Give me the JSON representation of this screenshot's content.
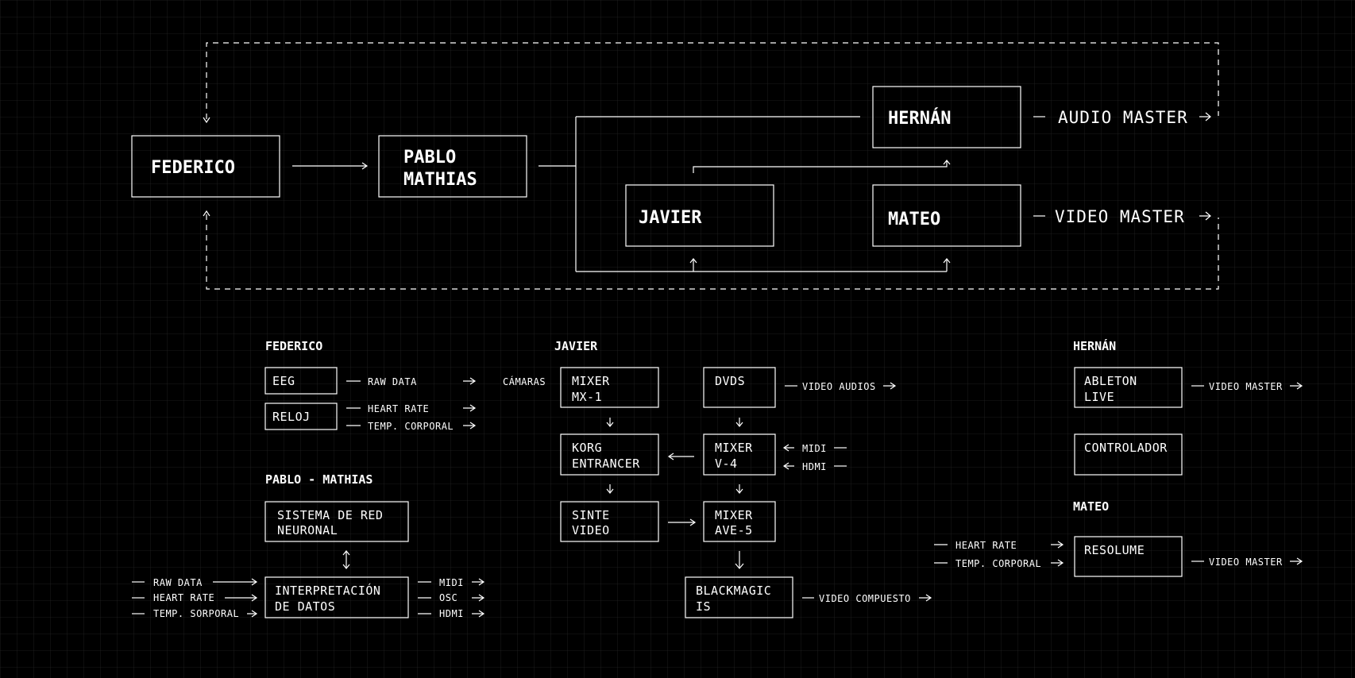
{
  "top": {
    "federico": "FEDERICO",
    "pablo_line1": "PABLO",
    "pablo_line2": "MATHIAS",
    "hernan": "HERNÁN",
    "javier": "JAVIER",
    "mateo": "MATEO",
    "audio_master": "AUDIO MASTER",
    "video_master": "VIDEO MASTER"
  },
  "federico": {
    "heading": "FEDERICO",
    "eeg": "EEG",
    "reloj": "RELOJ",
    "raw_data": "RAW DATA",
    "heart_rate": "HEART RATE",
    "temp_corporal": "TEMP. CORPORAL"
  },
  "pablo": {
    "heading": "PABLO - MATHIAS",
    "red_line1": "SISTEMA DE RED",
    "red_line2": "NEURONAL",
    "interp_line1": "INTERPRETACIÓN",
    "interp_line2": "DE DATOS",
    "in_raw": "RAW DATA",
    "in_heart": "HEART RATE",
    "in_temp": "TEMP. SORPORAL",
    "out_midi": "MIDI",
    "out_osc": "OSC",
    "out_hdmi": "HDMI"
  },
  "javier": {
    "heading": "JAVIER",
    "camaras": "CÁMARAS",
    "mx1_line1": "MIXER",
    "mx1_line2": "MX-1",
    "dvds": "DVDS",
    "video_audios": "VIDEO AUDIOS",
    "korg_line1": "KORG",
    "korg_line2": "ENTRANCER",
    "v4_line1": "MIXER",
    "v4_line2": "V-4",
    "midi": "MIDI",
    "hdmi": "HDMI",
    "sinte_line1": "SINTE",
    "sinte_line2": "VIDEO",
    "ave5_line1": "MIXER",
    "ave5_line2": "AVE-5",
    "bm_line1": "BLACKMAGIC",
    "bm_line2": "IS",
    "video_compuesto": "VIDEO COMPUESTO"
  },
  "hernan": {
    "heading": "HERNÁN",
    "ableton_line1": "ABLETON",
    "ableton_line2": "LIVE",
    "video_master": "VIDEO MASTER",
    "controlador": "CONTROLADOR"
  },
  "mateo": {
    "heading": "MATEO",
    "heart_rate": "HEART RATE",
    "temp_corporal": "TEMP. CORPORAL",
    "resolume": "RESOLUME",
    "video_master": "VIDEO MASTER"
  }
}
